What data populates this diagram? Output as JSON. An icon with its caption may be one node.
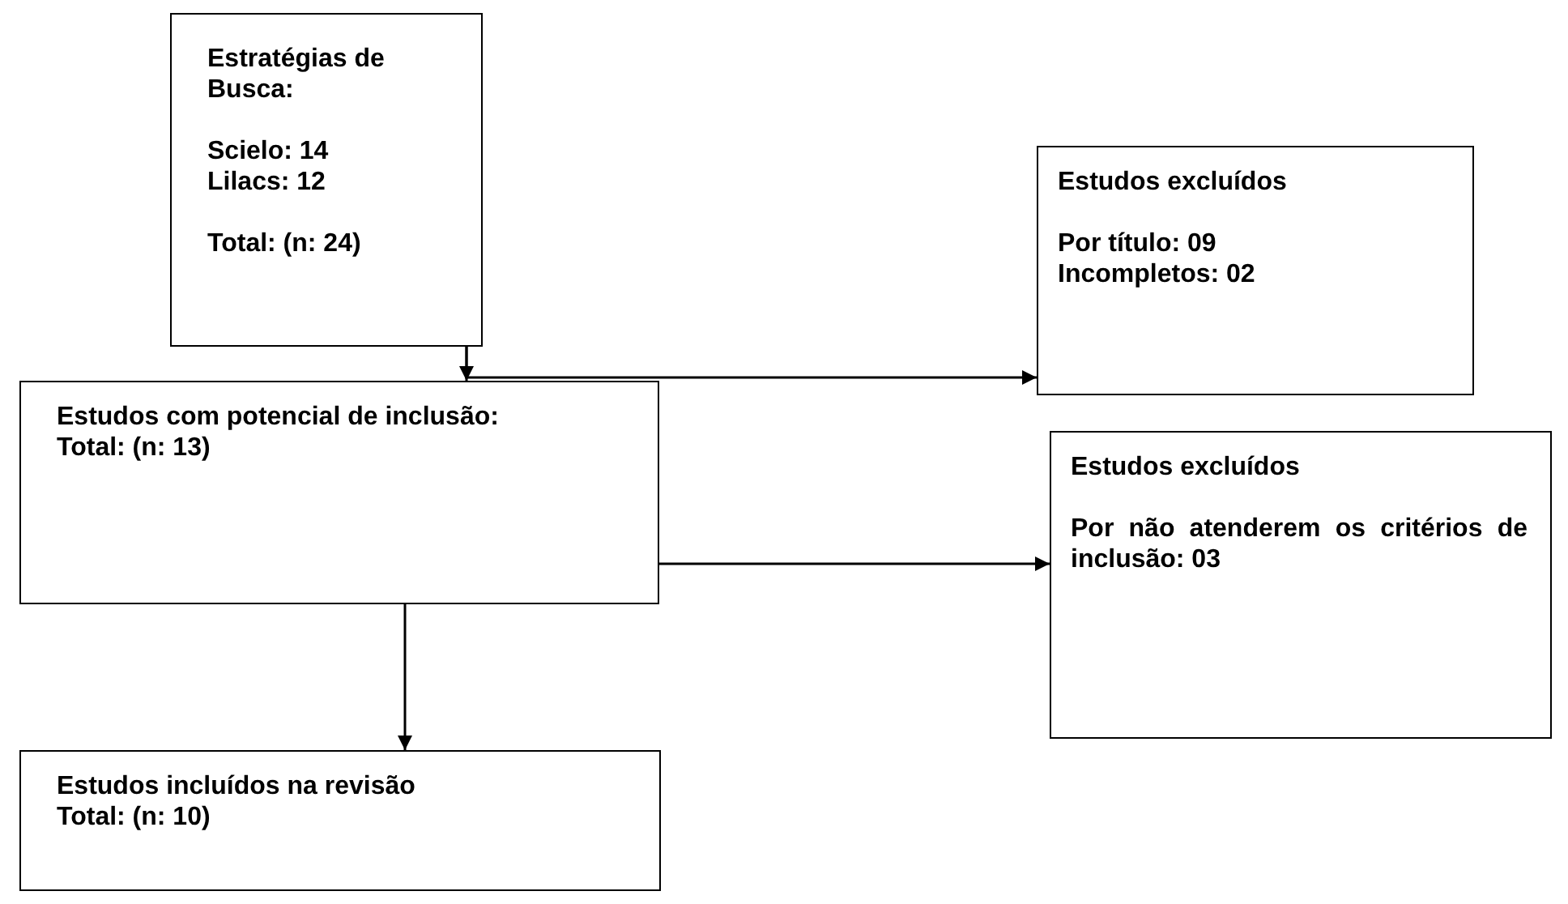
{
  "diagram": {
    "nodes": [
      {
        "text": [
          "Estratégias de Busca:",
          "Scielo: 14",
          "Lilacs: 12",
          "Total: (n: 24)"
        ]
      },
      {
        "text": [
          "Estudos excluídos",
          "Por título: 09",
          "Incompletos: 02"
        ]
      },
      {
        "text": [
          "Estudos com potencial de inclusão:",
          "Total: (n: 13)"
        ]
      },
      {
        "text": [
          "Estudos excluídos",
          "Por não atenderem os critérios de inclusão: 03"
        ]
      },
      {
        "text": [
          "Estudos incluídos na revisão",
          "Total: (n: 10)"
        ]
      }
    ],
    "edges": [
      {
        "from": 0,
        "to": 2,
        "arrow": "to"
      },
      {
        "from": 0,
        "to": 1,
        "arrow": "to"
      },
      {
        "from": 2,
        "to": 3,
        "arrow": "to"
      },
      {
        "from": 2,
        "to": 4,
        "arrow": "to"
      }
    ]
  }
}
